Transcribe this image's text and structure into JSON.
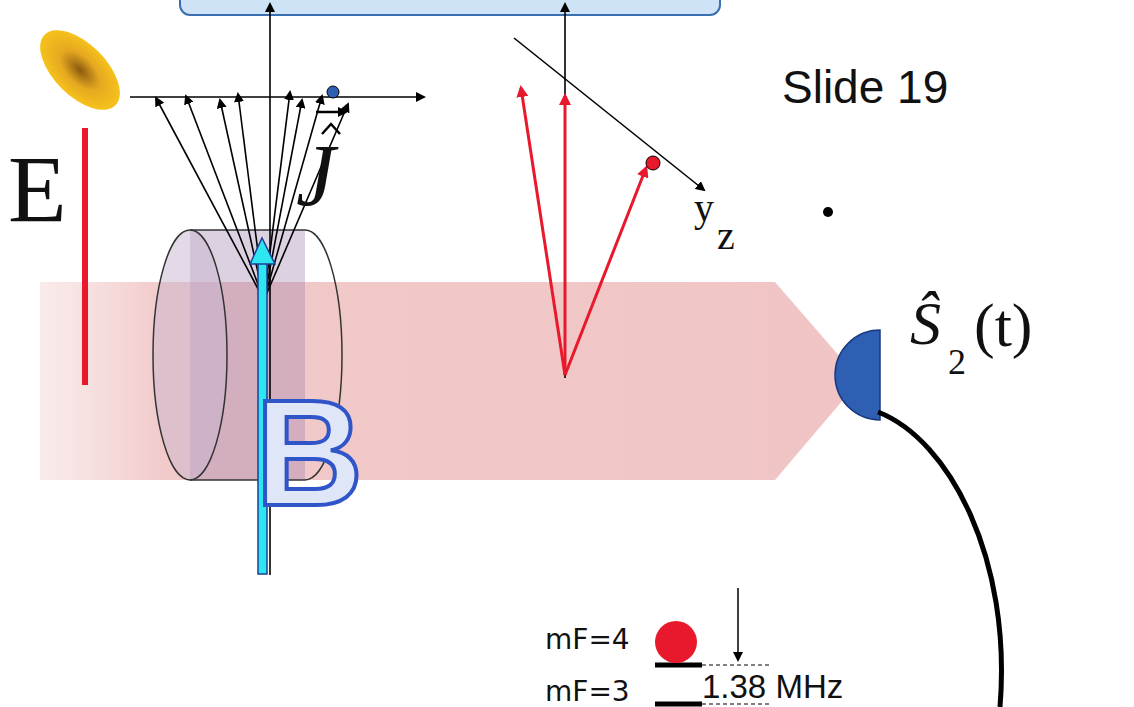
{
  "diagram": {
    "labels": [
      "Slide 19",
      "E",
      "J",
      "y",
      "z",
      "B",
      "Ŝ",
      "2",
      "(t)",
      "mF=4",
      "1.38 MHz",
      "mF=3"
    ]
  }
}
